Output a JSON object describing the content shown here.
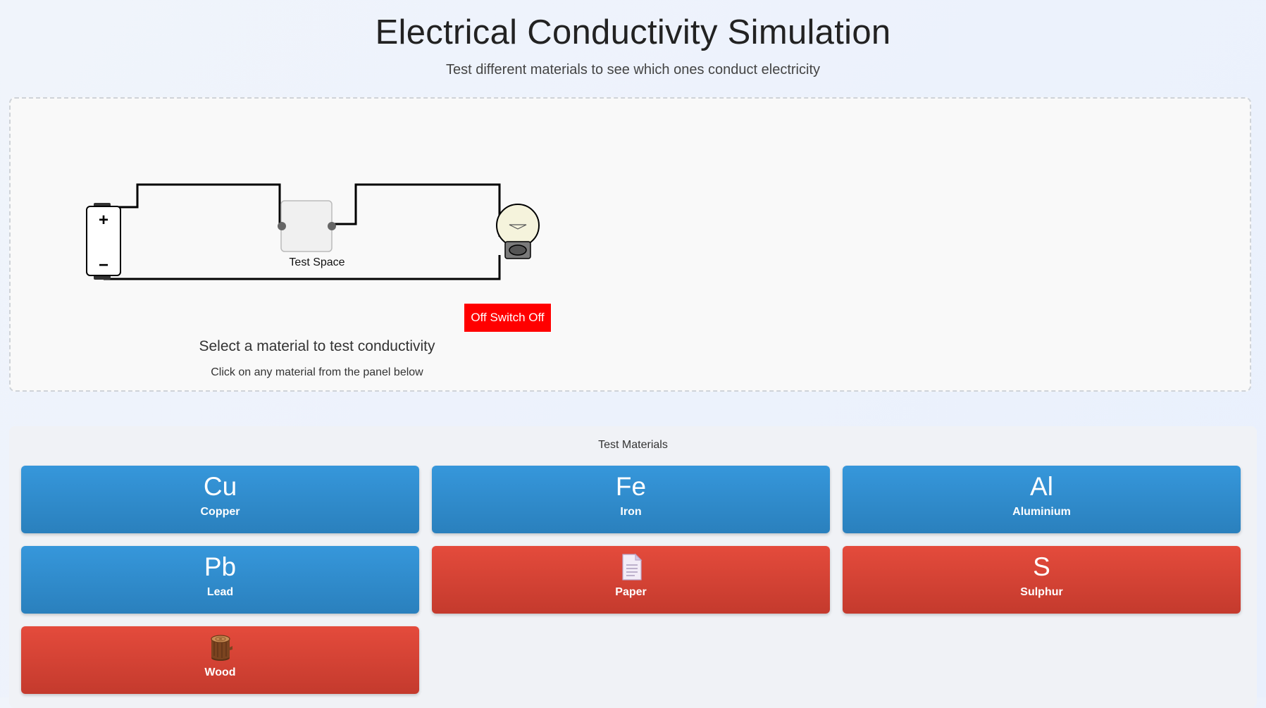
{
  "header": {
    "title": "Electrical Conductivity Simulation",
    "subtitle": "Test different materials to see which ones conduct electricity"
  },
  "circuit": {
    "battery_plus": "+",
    "battery_minus": "−",
    "test_space_label": "Test Space",
    "switch_label": "Off Switch Off",
    "switch_state": "off",
    "status_title": "Select a material to test conductivity",
    "status_hint": "Click on any material from the panel below"
  },
  "materials_panel": {
    "title": "Test Materials",
    "materials": [
      {
        "symbol": "Cu",
        "name": "Copper",
        "kind": "conductor"
      },
      {
        "symbol": "Fe",
        "name": "Iron",
        "kind": "conductor"
      },
      {
        "symbol": "Al",
        "name": "Aluminium",
        "kind": "conductor"
      },
      {
        "symbol": "Pb",
        "name": "Lead",
        "kind": "conductor"
      },
      {
        "symbol": "",
        "icon": "paper-icon",
        "name": "Paper",
        "kind": "insulator"
      },
      {
        "symbol": "S",
        "name": "Sulphur",
        "kind": "insulator"
      },
      {
        "symbol": "",
        "icon": "wood-log-icon",
        "name": "Wood",
        "kind": "insulator"
      }
    ]
  },
  "colors": {
    "conductor": "#3498db",
    "insulator": "#e74c3c",
    "switch_off": "#ff0000",
    "bulb_off": "#f5f3dc"
  }
}
